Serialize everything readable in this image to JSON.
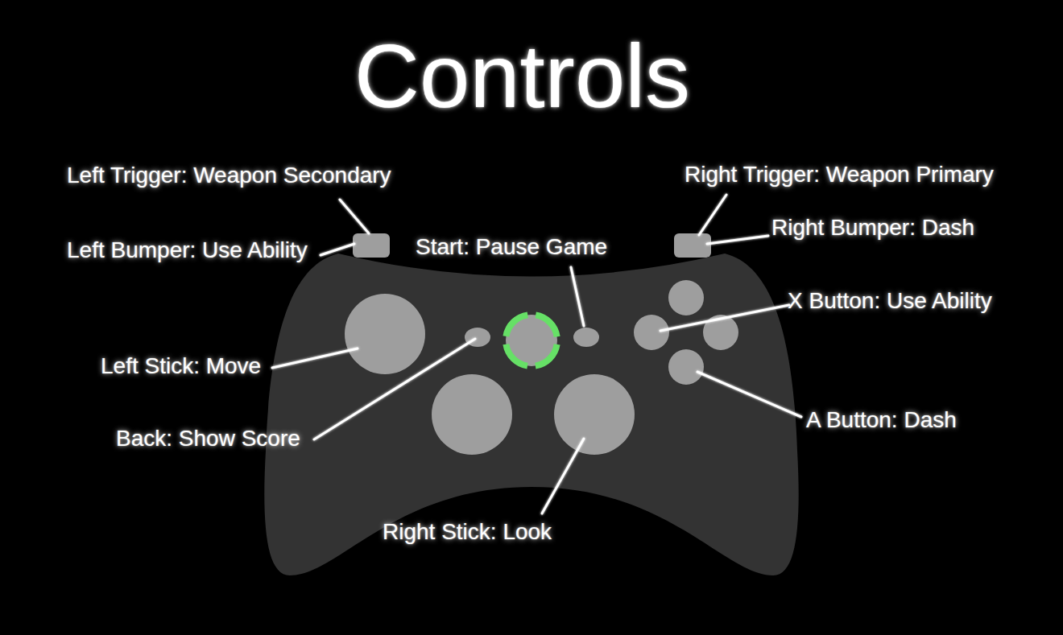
{
  "diagram": {
    "title": "Controls",
    "labels": [
      "Left Trigger: Weapon Secondary",
      "Right Trigger: Weapon Primary",
      "Right Bumper: Dash",
      "Left Bumper: Use Ability",
      "Start: Pause Game",
      "X Button: Use Ability",
      "Left Stick: Move",
      "A Button: Dash",
      "Back: Show Score",
      "Right Stick: Look"
    ]
  }
}
